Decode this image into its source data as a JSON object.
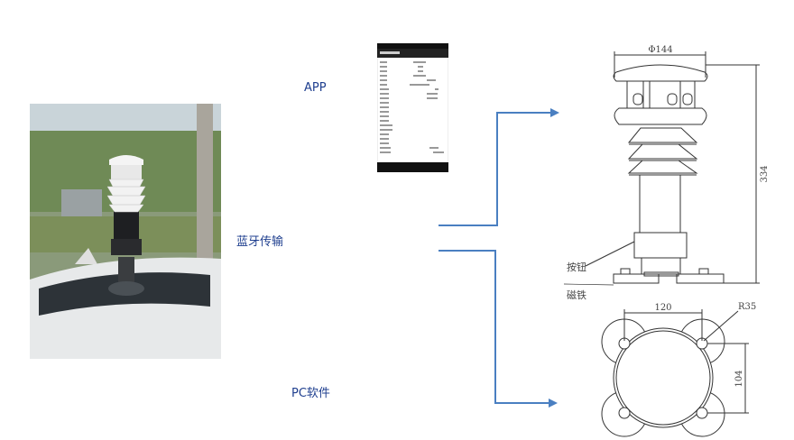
{
  "labels": {
    "app": "APP",
    "bluetooth": "蓝牙传输",
    "pc": "PC软件"
  },
  "drawing": {
    "diameter": "Φ144",
    "height": "334",
    "button": "按钮",
    "magnet": "磁铁",
    "spacing_x": "120",
    "radius": "R35",
    "spacing_y": "104"
  },
  "colors": {
    "arrow": "#4a7fc1",
    "label": "#1f3f8f"
  }
}
